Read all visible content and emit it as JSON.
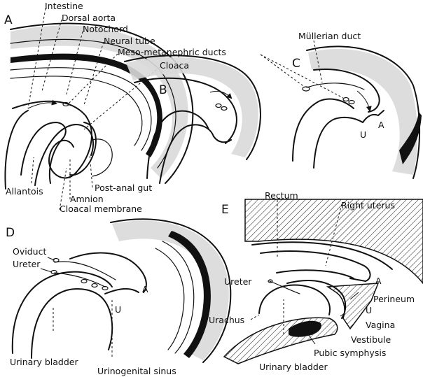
{
  "panels": {
    "A": {
      "letter": "A",
      "labels": {
        "intestine": "Intestine",
        "dorsal_aorta": "Dorsal aorta",
        "notochord": "Notochord",
        "neural_tube": "Neural tube",
        "meso_metanephric_ducts": "Meso-metanephric ducts",
        "cloaca": "Cloaca",
        "allantois": "Allantois",
        "amnion": "Amnion",
        "post_anal_gut": "Post-anal gut",
        "cloacal_membrane": "Cloacal membrane"
      }
    },
    "B": {
      "letter": "B"
    },
    "C": {
      "letter": "C",
      "labels": {
        "mullerian_duct": "Müllerian duct",
        "u": "U",
        "a": "A"
      }
    },
    "D": {
      "letter": "D",
      "labels": {
        "oviduct": "Oviduct",
        "ureter": "Ureter",
        "a": "A",
        "u": "U",
        "urinary_bladder": "Urinary bladder",
        "urinogenital_sinus": "Urinogenital sinus"
      }
    },
    "E": {
      "letter": "E",
      "labels": {
        "rectum": "Rectum",
        "right_uterus": "Right uterus",
        "ureter": "Ureter",
        "a": "A",
        "perineum": "Perineum",
        "u": "U",
        "urachus": "Urachus",
        "vagina": "Vagina",
        "vestibule": "Vestibule",
        "pubic_symphysis": "Pubic symphysis",
        "urinary_bladder": "Urinary bladder"
      }
    }
  }
}
